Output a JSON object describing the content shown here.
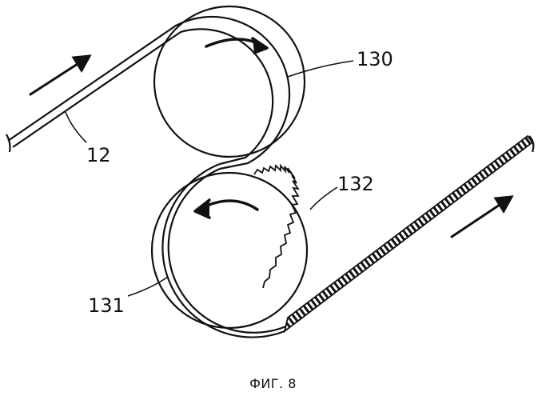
{
  "figure": {
    "caption": "ФИГ. 8",
    "labels": {
      "web": "12",
      "upper_roller": "130",
      "lower_roller": "131",
      "texture": "132"
    },
    "icons": {
      "feed_arrow": "arrow-up-right",
      "exit_arrow": "arrow-up-right",
      "upper_rotation": "curved-arrow-clockwise",
      "lower_rotation": "curved-arrow-counterclockwise"
    },
    "colors": {
      "ink": "#111111",
      "background": "#ffffff"
    }
  }
}
